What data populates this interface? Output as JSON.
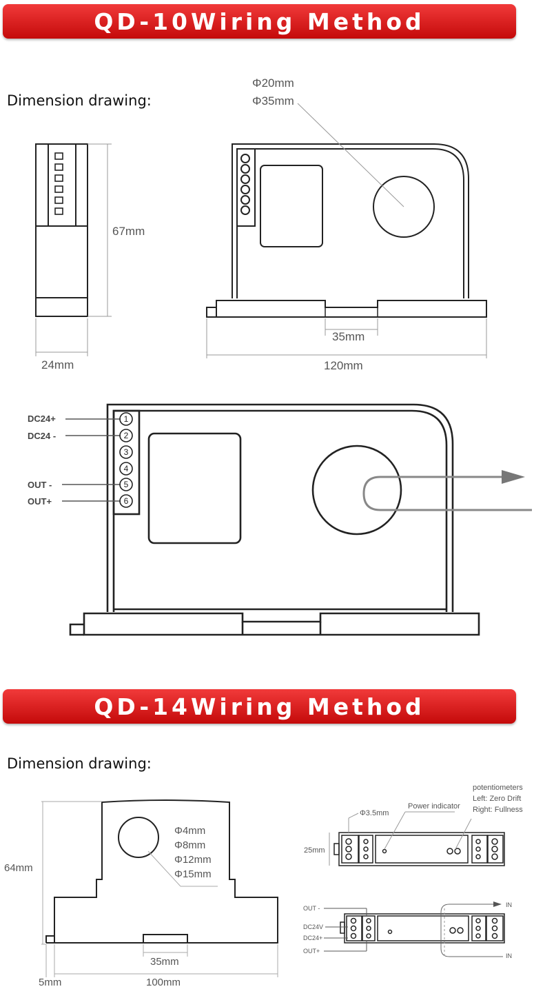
{
  "section1": {
    "title": "QD-10Wiring Method",
    "dimension_label": "Dimension drawing:",
    "hole_sizes": [
      "Φ20mm",
      "Φ35mm"
    ],
    "height_label": "67mm",
    "side_width_label": "24mm",
    "slot_label": "35mm",
    "width_label": "120mm",
    "pins": [
      {
        "number": "1",
        "label": "DC24+"
      },
      {
        "number": "2",
        "label": "DC24 -"
      },
      {
        "number": "3",
        "label": ""
      },
      {
        "number": "4",
        "label": ""
      },
      {
        "number": "5",
        "label": "OUT -"
      },
      {
        "number": "6",
        "label": "OUT+"
      }
    ]
  },
  "section2": {
    "title": "QD-14Wiring Method",
    "dimension_label": "Dimension drawing:",
    "hole_sizes": [
      "Φ4mm",
      "Φ8mm",
      "Φ12mm",
      "Φ15mm"
    ],
    "height_label": "64mm",
    "slot_label": "35mm",
    "edge_label": "5mm",
    "width_label": "100mm",
    "top_view": {
      "hole_label": "Φ3.5mm",
      "power_indicator_label": "Power indicator",
      "potentiometer_lines": [
        "potentiometers",
        "Left: Zero Drift",
        "Right: Fullness"
      ],
      "height_label": "25mm"
    },
    "wiring_view": {
      "left_labels": [
        "OUT -",
        "DC24V",
        "DC24+",
        "OUT+"
      ],
      "in_labels": [
        "IN",
        "IN"
      ]
    }
  }
}
